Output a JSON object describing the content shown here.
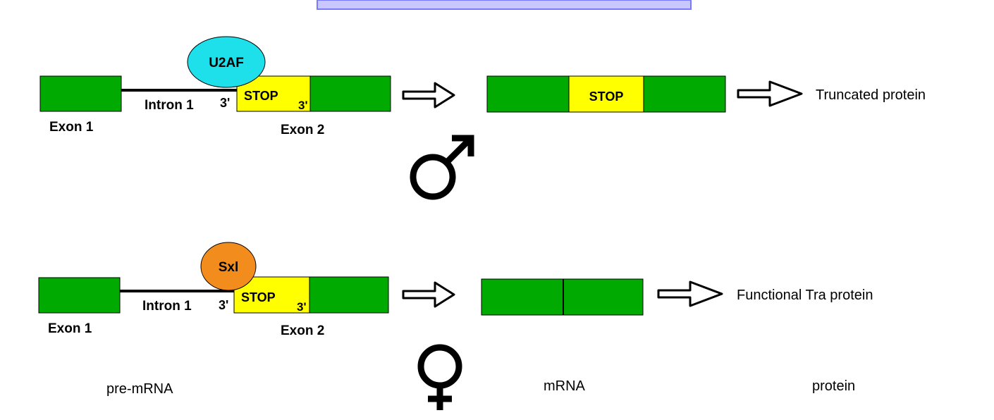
{
  "colors": {
    "exon": "#00aa00",
    "stop_box": "#ffff00",
    "u2af": "#1ee0ea",
    "sxl": "#f28c1c",
    "header_bar": "#c8c8ff"
  },
  "male": {
    "protein_factor": "U2AF",
    "exon1_label": "Exon 1",
    "intron_label": "Intron 1",
    "splice_site": "3'",
    "stop_label": "STOP",
    "stop_splice": "3'",
    "exon2_label": "Exon 2",
    "mrna_stop": "STOP",
    "result": "Truncated protein",
    "symbol": "male-symbol-icon"
  },
  "female": {
    "protein_factor": "Sxl",
    "exon1_label": "Exon 1",
    "intron_label": "Intron 1",
    "splice_site": "3'",
    "stop_label": "STOP",
    "stop_splice": "3'",
    "exon2_label": "Exon 2",
    "result": "Functional Tra protein",
    "symbol": "female-symbol-icon"
  },
  "columns": {
    "pre_mrna": "pre-mRNA",
    "mrna": "mRNA",
    "protein": "protein"
  }
}
